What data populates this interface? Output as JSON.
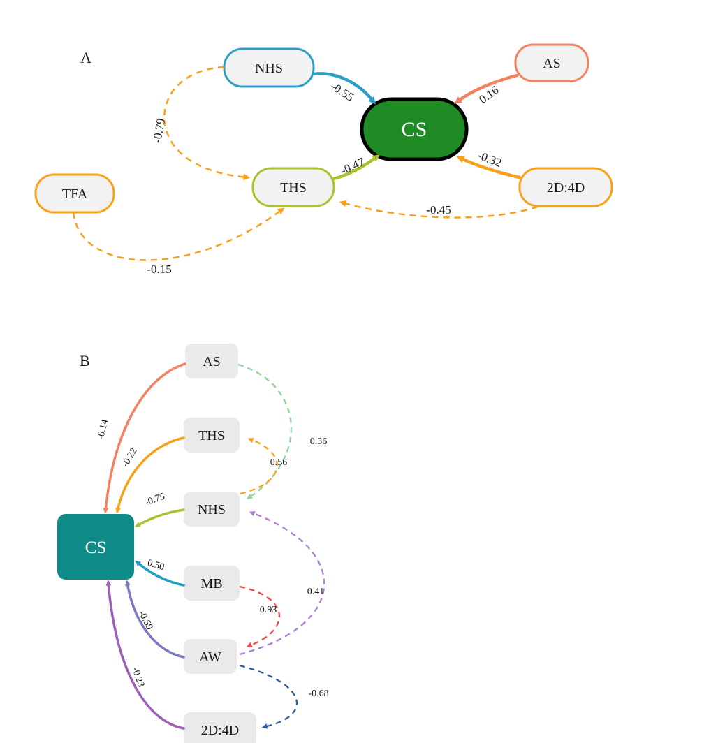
{
  "panelA": {
    "label": "A",
    "nodes": {
      "nhs": {
        "label": "NHS",
        "fill": "#F2F2F2",
        "border": "#2E9FC4"
      },
      "as": {
        "label": "AS",
        "fill": "#F2F2F2",
        "border": "#F4815F"
      },
      "cs": {
        "label": "CS",
        "fill": "#1F8B24",
        "border": "#000000"
      },
      "tfa": {
        "label": "TFA",
        "fill": "#F2F2F2",
        "border": "#F7A11A"
      },
      "ths": {
        "label": "THS",
        "fill": "#F2F2F2",
        "border": "#A8C32B"
      },
      "d24d": {
        "label": "2D:4D",
        "fill": "#F2F2F2",
        "border": "#F7A11A"
      }
    },
    "edges": {
      "nhs_cs": {
        "from": "NHS",
        "to": "CS",
        "value": "-0.55",
        "color": "#2E9FC4",
        "style": "solid"
      },
      "as_cs": {
        "from": "AS",
        "to": "CS",
        "value": "0.16",
        "color": "#F4815F",
        "style": "solid"
      },
      "ths_cs": {
        "from": "THS",
        "to": "CS",
        "value": "-0.47",
        "color": "#A8C32B",
        "style": "solid"
      },
      "d24d_cs": {
        "from": "2D:4D",
        "to": "CS",
        "value": "-0.32",
        "color": "#F7A11A",
        "style": "solid"
      },
      "nhs_ths": {
        "from": "NHS",
        "to": "THS",
        "value": "-0.79",
        "color": "#F7A11A",
        "style": "dashed"
      },
      "d24d_ths": {
        "from": "2D:4D",
        "to": "THS",
        "value": "-0.45",
        "color": "#F7A11A",
        "style": "dashed"
      },
      "tfa_ths": {
        "from": "TFA",
        "to": "THS",
        "value": "-0.15",
        "color": "#F7A11A",
        "style": "dashed"
      }
    }
  },
  "panelB": {
    "label": "B",
    "nodes": {
      "cs": {
        "label": "CS",
        "fill": "#0E8A87"
      },
      "as": {
        "label": "AS",
        "fill": "#EAEAEA"
      },
      "ths": {
        "label": "THS",
        "fill": "#EAEAEA"
      },
      "nhs": {
        "label": "NHS",
        "fill": "#EAEAEA"
      },
      "mb": {
        "label": "MB",
        "fill": "#EAEAEA"
      },
      "aw": {
        "label": "AW",
        "fill": "#EAEAEA"
      },
      "d24d": {
        "label": "2D:4D",
        "fill": "#EAEAEA"
      }
    },
    "edges": {
      "as_cs": {
        "from": "AS",
        "to": "CS",
        "value": "-0.14",
        "color": "#F4815F",
        "style": "solid"
      },
      "ths_cs": {
        "from": "THS",
        "to": "CS",
        "value": "-0.22",
        "color": "#F7A11A",
        "style": "solid"
      },
      "nhs_cs": {
        "from": "NHS",
        "to": "CS",
        "value": "-0.75",
        "color": "#A8C32B",
        "style": "solid"
      },
      "mb_cs": {
        "from": "MB",
        "to": "CS",
        "value": "0.50",
        "color": "#1E9EC4",
        "style": "solid"
      },
      "aw_cs": {
        "from": "AW",
        "to": "CS",
        "value": "-0.59",
        "color": "#7A79C5",
        "style": "solid"
      },
      "d24d_cs": {
        "from": "2D:4D",
        "to": "CS",
        "value": "-0.23",
        "color": "#9E5FB8",
        "style": "solid"
      },
      "as_nhs": {
        "from": "AS",
        "to": "NHS",
        "value": "0.36",
        "color": "#8FD49B",
        "style": "dashed"
      },
      "nhs_ths": {
        "from": "NHS",
        "to": "THS",
        "value": "0.56",
        "color": "#F7A11A",
        "style": "dashed"
      },
      "aw_nhs": {
        "from": "AW",
        "to": "NHS",
        "value": "0.41",
        "color": "#AF7DD3",
        "style": "dashed"
      },
      "mb_aw": {
        "from": "MB",
        "to": "AW",
        "value": "0.93",
        "color": "#EF4546",
        "style": "dashed"
      },
      "aw_d24d": {
        "from": "AW",
        "to": "2D:4D",
        "value": "-0.68",
        "color": "#2A5F9E",
        "style": "dashed"
      }
    }
  }
}
